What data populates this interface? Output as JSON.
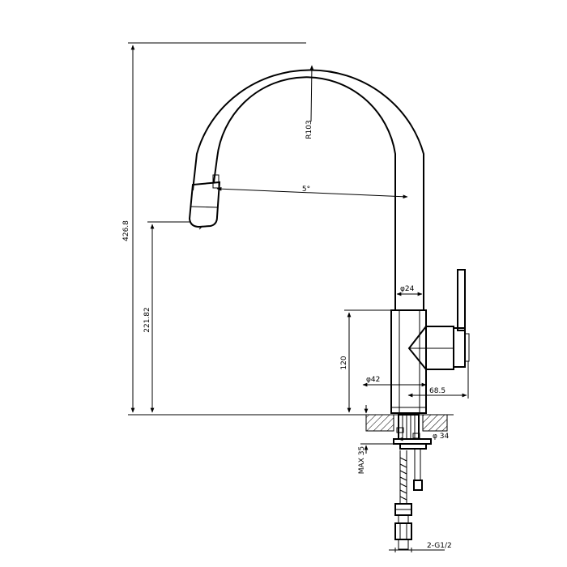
{
  "drawing": {
    "colors": {
      "line": "#000000",
      "background": "#ffffff"
    },
    "dimensions": {
      "total_height": "426.8",
      "spout_height": "221.82",
      "radius": "R103",
      "angle": "5°",
      "tube_diameter": "φ24",
      "body_height": "120",
      "body_diameter": "φ42",
      "handle_offset": "68.5",
      "shank_diameter": "φ 34",
      "max_thickness": "MAX 35",
      "connection": "2-G1/2"
    }
  }
}
